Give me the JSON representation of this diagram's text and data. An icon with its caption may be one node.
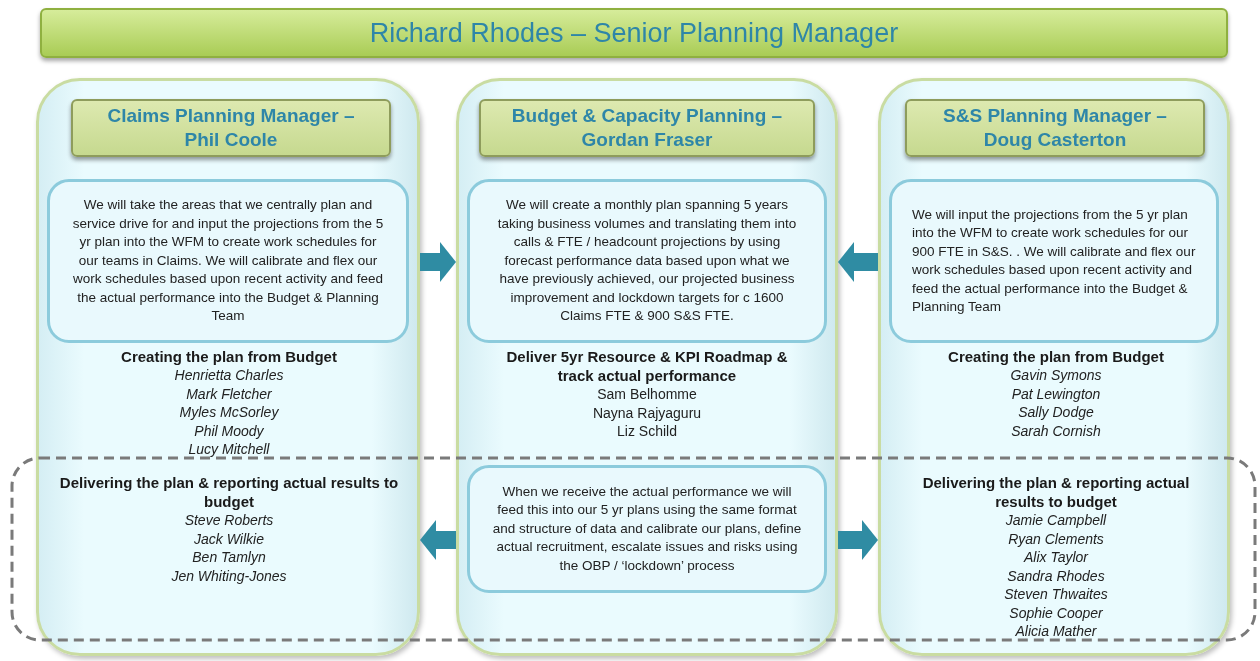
{
  "diagram": {
    "nodes": [
      {
        "text": [
          "Richard Rhodes – Senior Planning Manager"
        ]
      },
      {
        "text": [],
        "shape": "box"
      },
      {
        "text": [
          "Claims Planning Manager – Phil Coole"
        ],
        "in": 1
      },
      {
        "text": [
          "We will take the areas that we centrally plan and service drive for and input the projections from the 5 yr plan into the WFM to create work schedules for our teams in Claims.  We will calibrate and flex our work schedules based upon recent activity and feed the actual performance into the Budget & Planning Team"
        ],
        "in": 1
      },
      {
        "text": [
          "Creating the plan from Budget",
          "Henrietta Charles",
          "Mark Fletcher",
          "Myles McSorley",
          "Phil Moody",
          "Lucy Mitchell"
        ],
        "in": 1
      },
      {
        "text": [
          "Delivering the plan & reporting actual results to budget",
          "Steve Roberts",
          "Jack Wilkie",
          "Ben Tamlyn",
          "Jen Whiting-Jones"
        ],
        "in": 1
      },
      {
        "text": [],
        "shape": "box"
      },
      {
        "text": [
          "Budget & Capacity Planning – Gordan Fraser"
        ],
        "in": 6
      },
      {
        "text": [
          "We will create a monthly plan spanning 5 years taking business volumes and translating them into calls & FTE / headcount projections by using forecast performance data based upon what we have previously achieved, our projected business improvement and lockdown targets for c 1600 Claims FTE & 900 S&S FTE."
        ],
        "in": 6
      },
      {
        "text": [
          "Deliver 5yr Resource & KPI Roadmap & track actual performance",
          "Sam Belhomme",
          "Nayna Rajyaguru",
          "Liz Schild"
        ],
        "in": 6
      },
      {
        "text": [
          "When we receive the actual performance we will feed this into our 5 yr plans using the same format and structure of data and calibrate our plans, define actual recruitment, escalate issues and risks using the OBP / ‘lockdown’ process"
        ],
        "in": 6
      },
      {
        "text": [],
        "shape": "box"
      },
      {
        "text": [
          "S&S Planning Manager – Doug Casterton"
        ],
        "in": 11
      },
      {
        "text": [
          "We will input the projections from the 5 yr plan into the WFM to create work schedules for our 900 FTE in S&S. .  We will calibrate and flex our work schedules based upon recent activity and feed the actual performance into the Budget & Planning Team"
        ],
        "in": 11
      },
      {
        "text": [
          "Creating the plan from Budget",
          "Gavin Symons",
          "Pat Lewington",
          "Sally Dodge",
          "Sarah Cornish"
        ],
        "in": 11
      },
      {
        "text": [
          "Delivering the plan & reporting actual results to budget",
          "Jamie Campbell",
          "Ryan Clements",
          "Alix Taylor",
          "Sandra Rhodes",
          "Steven Thwaites",
          "Sophie Cooper",
          "Alicia Mather"
        ],
        "in": 11
      }
    ],
    "edges": [
      {
        "from": 1,
        "to": 6,
        "arrow": "to"
      },
      {
        "from": 11,
        "to": 6,
        "arrow": "to"
      },
      {
        "from": 6,
        "to": 1,
        "arrow": "to"
      },
      {
        "from": 6,
        "to": 11,
        "arrow": "to"
      }
    ]
  }
}
